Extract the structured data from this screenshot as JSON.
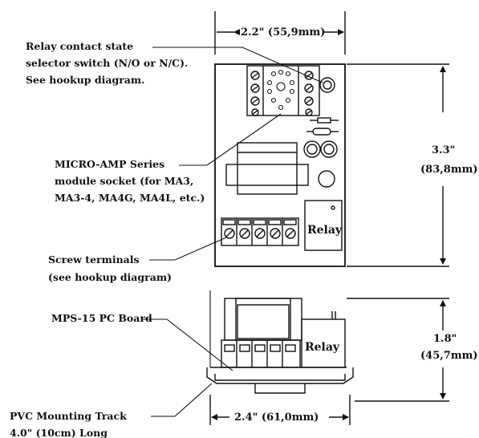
{
  "callouts": {
    "selector_line1": "Relay contact state",
    "selector_line2": "selector switch (N/O or N/C).",
    "selector_line3": "See hookup diagram.",
    "socket_line1": "MICRO-AMP Series",
    "socket_line2": "module socket (for MA3,",
    "socket_line3": "MA3-4, MA4G, MA4L, etc.)",
    "terminals_line1": "Screw terminals",
    "terminals_line2": "(see hookup diagram)",
    "board_label": "MPS-15 PC Board",
    "track_line1": "PVC Mounting Track",
    "track_line2": "4.0\" (10cm) Long"
  },
  "dimensions": {
    "top_width": "2.2\" (55,9mm)",
    "height_top_in": "3.3\"",
    "height_top_mm": "(83,8mm)",
    "height_side_in": "1.8\"",
    "height_side_mm": "(45,7mm)",
    "bottom_width": "2.4\" (61,0mm)"
  },
  "components": {
    "relay_top": "Relay",
    "relay_side": "Relay"
  }
}
